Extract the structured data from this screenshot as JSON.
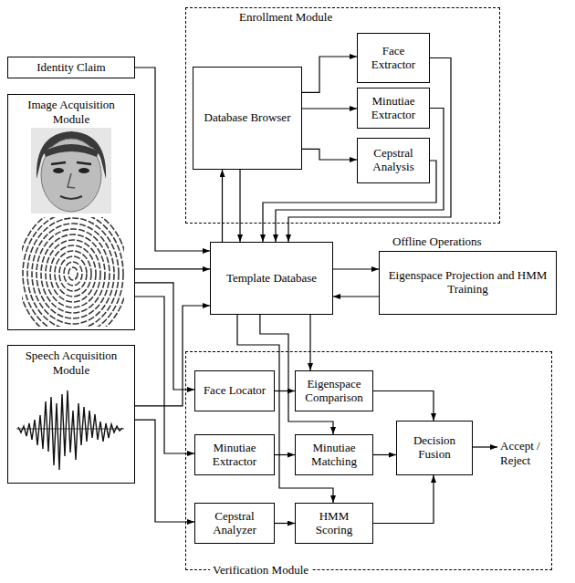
{
  "diagram": {
    "nodes": [
      {
        "text": [
          "Enrollment Module"
        ]
      },
      {
        "text": [
          "Face Extractor"
        ],
        "in": 0
      },
      {
        "text": [
          "Database Browser"
        ],
        "in": 0
      },
      {
        "text": [
          "Minutiae Extractor"
        ],
        "in": 0
      },
      {
        "text": [
          "Cepstral Analysis"
        ],
        "in": 0
      },
      {
        "text": [
          "Identity Claim"
        ]
      },
      {
        "text": [
          "Image Acquisition Module"
        ]
      },
      {
        "text": [
          "Template Database"
        ]
      },
      {
        "text": [
          "Offline Operations",
          "Eigenspace Projection and HMM Training"
        ]
      },
      {
        "text": [
          "Speech Acquisition Module"
        ]
      },
      {
        "text": [
          "Verification Module"
        ]
      },
      {
        "text": [
          "Face Locator"
        ],
        "in": 10
      },
      {
        "text": [
          "Eigenspace Comparison"
        ],
        "in": 10
      },
      {
        "text": [
          "Minutiae Extractor"
        ],
        "in": 10
      },
      {
        "text": [
          "Minutiae Matching"
        ],
        "in": 10
      },
      {
        "text": [
          "Decision Fusion"
        ],
        "in": 10
      },
      {
        "text": [
          "Cepstral Analyzer"
        ],
        "in": 10
      },
      {
        "text": [
          "HMM Scoring"
        ],
        "in": 10
      }
    ],
    "edges": [
      {
        "from": 2,
        "to": 1,
        "arrow": "to"
      },
      {
        "from": 2,
        "to": 3,
        "arrow": "to"
      },
      {
        "from": 2,
        "to": 4,
        "arrow": "to"
      },
      {
        "from": 2,
        "to": 7,
        "arrow": "to"
      },
      {
        "from": 7,
        "to": 2,
        "arrow": "to"
      },
      {
        "from": 1,
        "to": 7,
        "arrow": "to"
      },
      {
        "from": 3,
        "to": 7,
        "arrow": "to"
      },
      {
        "from": 4,
        "to": 7,
        "arrow": "to"
      },
      {
        "from": 5,
        "to": 7,
        "arrow": "to"
      },
      {
        "from": 6,
        "to": 7,
        "arrow": "to"
      },
      {
        "from": 6,
        "to": 11,
        "arrow": "to"
      },
      {
        "from": 6,
        "to": 13,
        "arrow": "to"
      },
      {
        "from": 9,
        "to": 7,
        "arrow": "to"
      },
      {
        "from": 9,
        "to": 16,
        "arrow": "to"
      },
      {
        "from": 7,
        "to": 8,
        "arrow": "to"
      },
      {
        "from": 8,
        "to": 7,
        "arrow": "to"
      },
      {
        "from": 7,
        "to": 12,
        "arrow": "to"
      },
      {
        "from": 7,
        "to": 14,
        "arrow": "to"
      },
      {
        "from": 7,
        "to": 17,
        "arrow": "to"
      },
      {
        "from": 11,
        "to": 12,
        "arrow": "to"
      },
      {
        "from": 13,
        "to": 14,
        "arrow": "to"
      },
      {
        "from": 16,
        "to": 17,
        "arrow": "to"
      },
      {
        "from": 12,
        "to": 15,
        "arrow": "to"
      },
      {
        "from": 14,
        "to": 15,
        "arrow": "to"
      },
      {
        "from": 17,
        "to": 15,
        "arrow": "to"
      }
    ],
    "labels": [
      "Accept / Reject"
    ]
  }
}
